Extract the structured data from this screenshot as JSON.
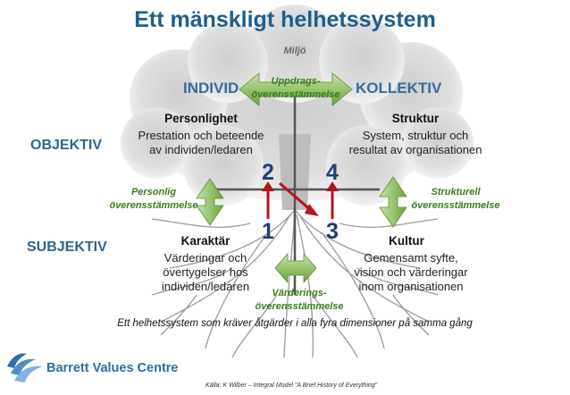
{
  "title": "Ett mänskligt helhetssystem",
  "environment_label": "Miljö",
  "columns": {
    "individual": "INDIVID",
    "collective": "KOLLEKTIV"
  },
  "rows": {
    "objective": "OBJEKTIV",
    "subjective": "SUBJEKTIV"
  },
  "alignments": {
    "mission": [
      "Uppdrags-",
      "överensstämmelse"
    ],
    "personal": [
      "Personlig",
      "överensstämmelse"
    ],
    "structural": [
      "Strukturell",
      "överensstämmelse"
    ],
    "values": [
      "Värderings-",
      "överensstämmelse"
    ]
  },
  "quadrants": [
    {
      "number": "1",
      "title": "Karaktär",
      "lines": [
        "Värderingar och",
        "övertygelser hos",
        "individen/ledaren"
      ]
    },
    {
      "number": "2",
      "title": "Personlighet",
      "lines": [
        "Prestation och beteende",
        "av individen/ledaren"
      ]
    },
    {
      "number": "3",
      "title": "Kultur",
      "lines": [
        "Gemensamt syfte,",
        "vision och värderingar",
        "inom organisationen"
      ]
    },
    {
      "number": "4",
      "title": "Struktur",
      "lines": [
        "System, struktur och",
        "resultat av organisationen"
      ]
    }
  ],
  "footer": "Ett helhetssystem som kräver åtgärder i alla fyra dimensioner på samma gång",
  "source": "Källa: K Wilber – Integral Model \"A Brief History of Everything\"",
  "logo": {
    "text": "Barrett Values Centre"
  },
  "colors": {
    "title": "#1f5e8c",
    "green": "#6aa33a",
    "arrow_red": "#b3141f",
    "number_blue": "#1f3f77"
  }
}
